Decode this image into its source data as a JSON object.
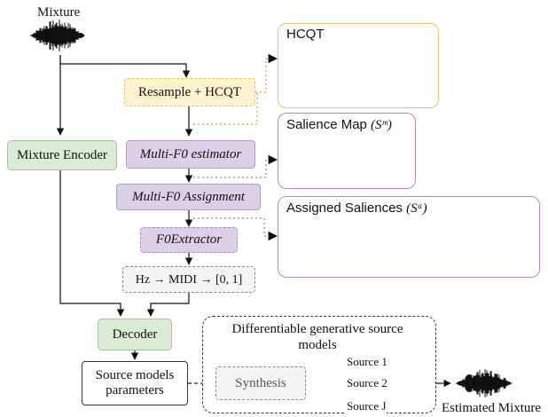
{
  "labels": {
    "mixture": "Mixture",
    "estimated_mixture": "Estimated Mixture"
  },
  "blocks": {
    "resample_hcqt": "Resample + HCQT",
    "mixture_encoder": "Mixture Encoder",
    "multi_f0_estimator": "Multi-F0 estimator",
    "multi_f0_assignment": "Multi-F0 Assignment",
    "f0_extractor": "F0Extractor",
    "hz_midi": "Hz → MIDI → [0, 1]",
    "decoder": "Decoder",
    "source_models_params": "Source models parameters",
    "synthesis": "Synthesis"
  },
  "panels": {
    "hcqt_title": "HCQT",
    "salience_title": "Salience Map",
    "salience_symbol": "(Sᵐ)",
    "assigned_title": "Assigned Saliences",
    "assigned_symbol": "(Sᵃ)",
    "generative_title": "Differentiable generative source models"
  },
  "sources": [
    "Source 1",
    "Source 2",
    "Source J"
  ],
  "colors": {
    "green_fill": "#dcebd6",
    "yellow_fill": "#fdf3cf",
    "purple_fill": "#dcd0e8",
    "hcqt_border": "#e0c56f",
    "salience_border": "#b48bb8"
  },
  "icons": [
    "waveform-icon",
    "sum-icon"
  ]
}
